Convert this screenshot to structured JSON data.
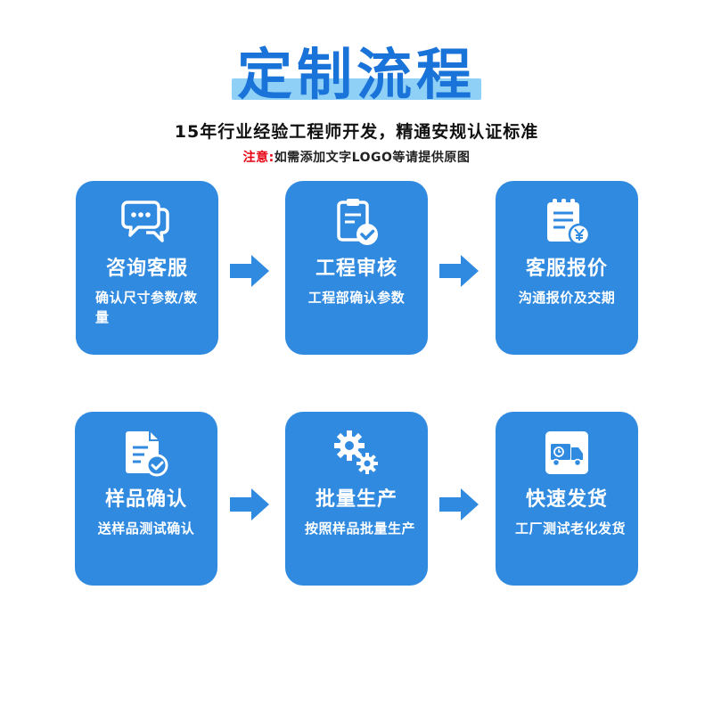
{
  "header": {
    "title": "定制流程",
    "subtitle": "15年行业经验工程师开发，精通安规认证标准",
    "note_prefix": "注意:",
    "note_text": "如需添加文字LOGO等请提供原图"
  },
  "steps": [
    {
      "name": "咨询客服",
      "desc": "确认尺寸参数/数量",
      "icon": "chat-bubbles-icon"
    },
    {
      "name": "工程审核",
      "desc": "工程部确认参数",
      "icon": "clipboard-check-icon"
    },
    {
      "name": "客服报价",
      "desc": "沟通报价及交期",
      "icon": "invoice-yen-icon"
    },
    {
      "name": "样品确认",
      "desc": "送样品测试确认",
      "icon": "document-check-icon"
    },
    {
      "name": "批量生产",
      "desc": "按照样品批量生产",
      "icon": "gears-icon"
    },
    {
      "name": "快速发货",
      "desc": "工厂测试老化发货",
      "icon": "delivery-truck-icon"
    }
  ],
  "colors": {
    "card": "#2f8ae0",
    "title": "#1a73d9",
    "arrow": "#2f8ae0",
    "note_prefix": "#e60012"
  }
}
